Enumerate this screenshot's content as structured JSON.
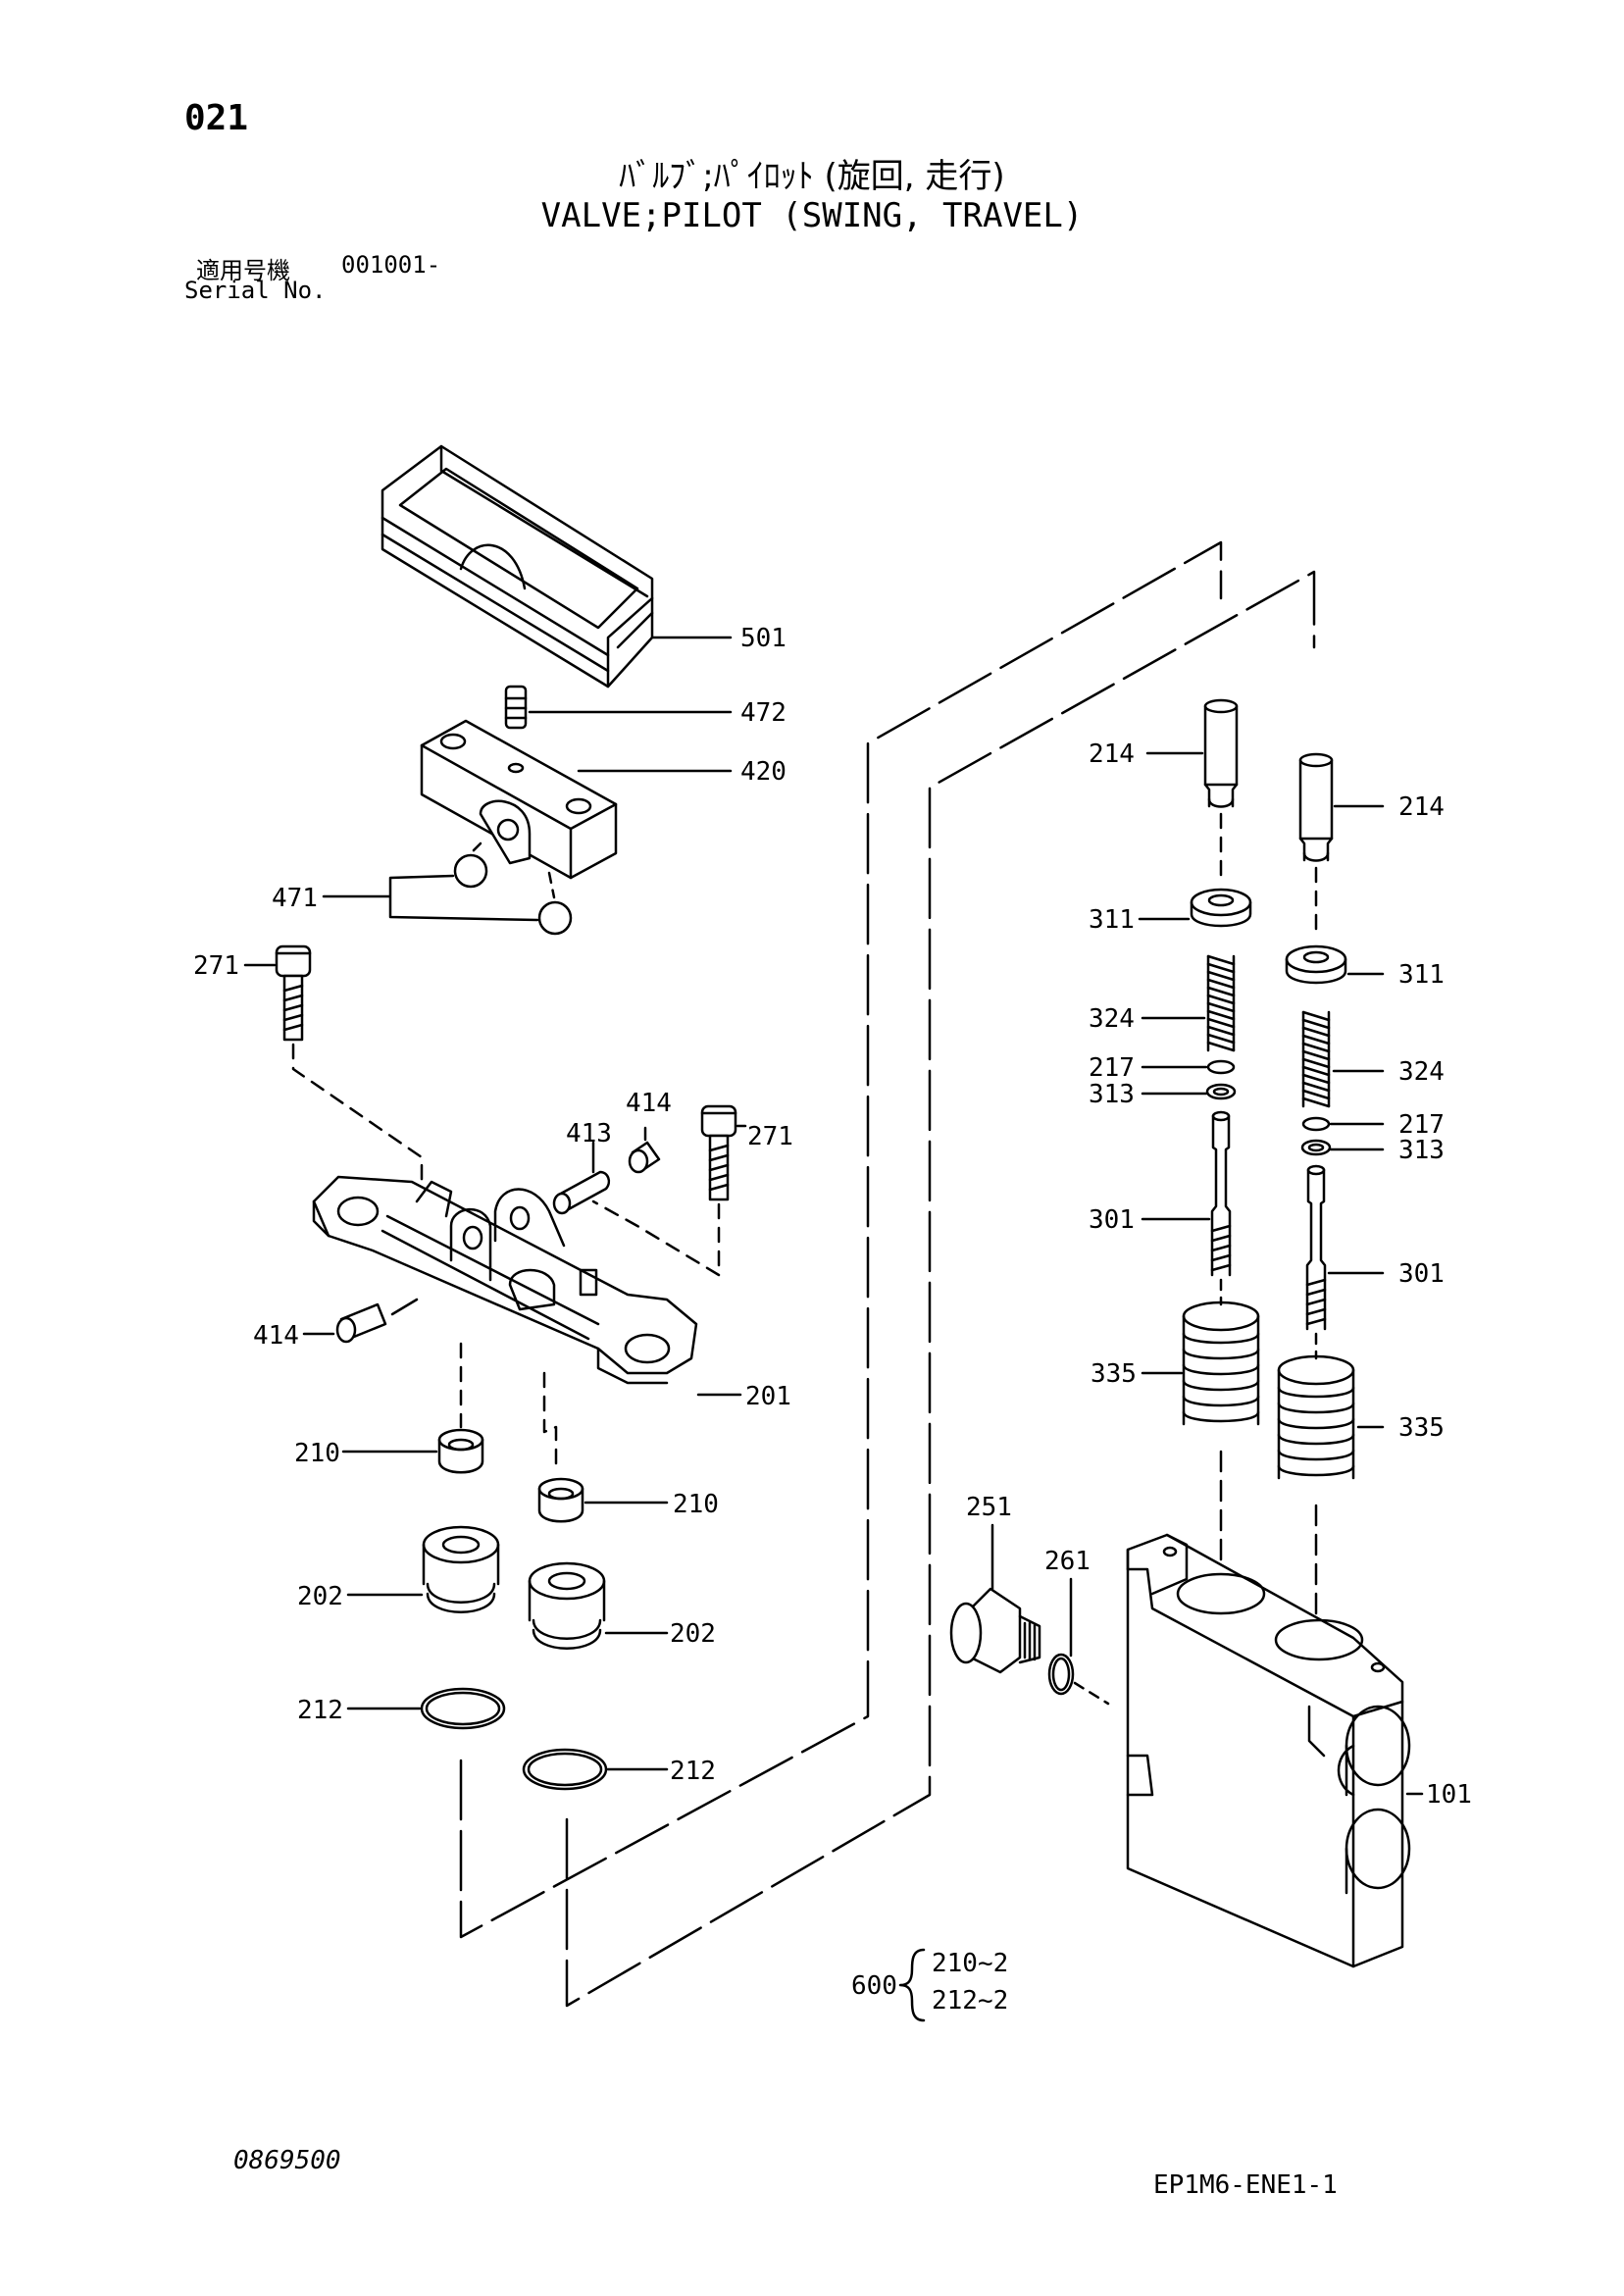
{
  "header": {
    "page_number": "021",
    "title_jp": "ﾊﾞﾙﾌﾞ;ﾊﾟｲﾛｯﾄ (旋回, 走行)",
    "title_en": "VALVE;PILOT (SWING, TRAVEL)",
    "serial_label_jp": "適用号機",
    "serial_value": "001001-",
    "serial_label_en": "Serial No."
  },
  "footer": {
    "doc_number": "0869500",
    "doc_code": "EP1M6-ENE1-1"
  },
  "callouts": {
    "p501": "501",
    "p472": "472",
    "p420": "420",
    "p471": "471",
    "p271a": "271",
    "p271b": "271",
    "p414a": "414",
    "p413": "413",
    "p414b": "414",
    "p201": "201",
    "p210a": "210",
    "p210b": "210",
    "p202a": "202",
    "p202b": "202",
    "p212a": "212",
    "p212b": "212",
    "p214a": "214",
    "p214b": "214",
    "p311a": "311",
    "p311b": "311",
    "p324a": "324",
    "p324b": "324",
    "p217a": "217",
    "p217b": "217",
    "p313a": "313",
    "p313b": "313",
    "p301a": "301",
    "p301b": "301",
    "p335a": "335",
    "p335b": "335",
    "p251": "251",
    "p261": "261",
    "p101": "101"
  },
  "kit": {
    "number": "600",
    "items": [
      "210~2",
      "212~2"
    ]
  }
}
